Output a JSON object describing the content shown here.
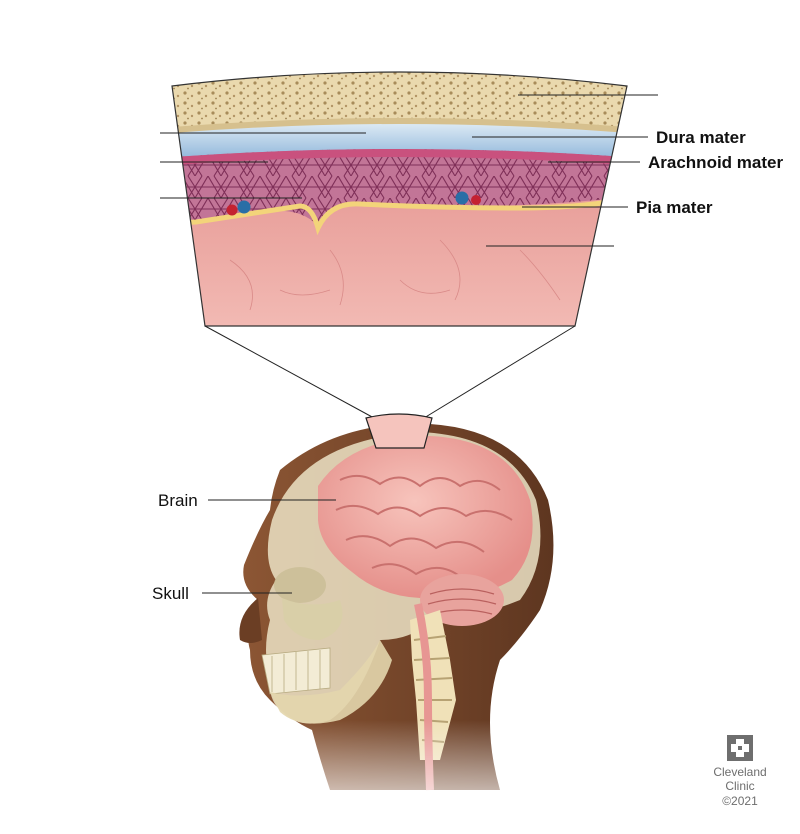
{
  "labels": {
    "dura": "Dura mater",
    "arachnoid": "Arachnoid mater",
    "pia": "Pia mater",
    "brain": "Brain",
    "skull": "Skull"
  },
  "logo": {
    "line1": "Cleveland",
    "line2": "Clinic",
    "copyright": "©2021"
  },
  "colors": {
    "bone": "#e9d9b0",
    "dura": "#b8d4ea",
    "arachnoid": "#b5618a",
    "pia": "#f2d27a",
    "cortex": "#e9a2a0",
    "brain": "#f0b3ac",
    "skin": "#7a4a2c",
    "logo": "#6e6e6e"
  }
}
